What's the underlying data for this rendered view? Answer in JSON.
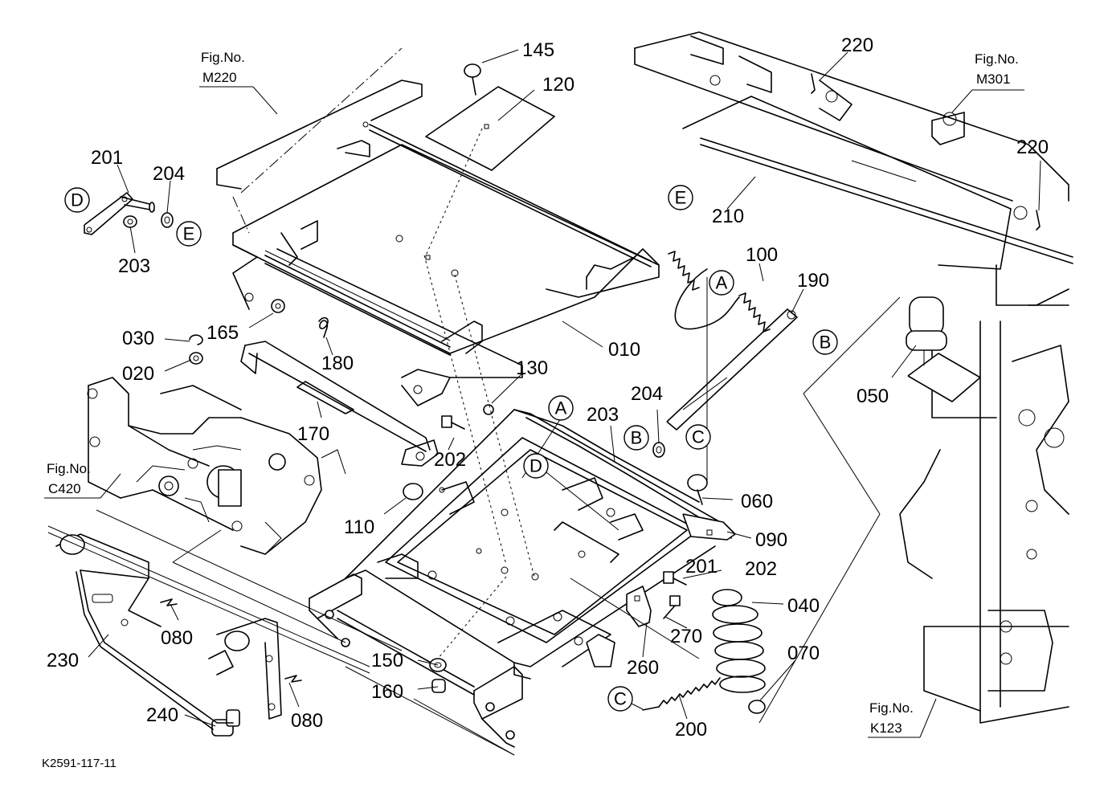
{
  "drawing_code": "K2591-117-11",
  "fig_refs": [
    {
      "id": "m220",
      "prefix": "Fig.No.",
      "code": "M220"
    },
    {
      "id": "m301",
      "prefix": "Fig.No.",
      "code": "M301"
    },
    {
      "id": "c420",
      "prefix": "Fig.No.",
      "code": "C420"
    },
    {
      "id": "k123",
      "prefix": "Fig.No.",
      "code": "K123"
    }
  ],
  "part_labels": {
    "p145": "145",
    "p120": "120",
    "p220a": "220",
    "p220b": "220",
    "p201a": "201",
    "p204a": "204",
    "p203a": "203",
    "p210": "210",
    "p100": "100",
    "p190": "190",
    "p165": "165",
    "p030": "030",
    "p020": "020",
    "p180": "180",
    "p010": "010",
    "p130": "130",
    "p050": "050",
    "p204b": "204",
    "p203b": "203",
    "p170": "170",
    "p202a": "202",
    "p110": "110",
    "p060": "060",
    "p090": "090",
    "p201b": "201",
    "p202b": "202",
    "p040": "040",
    "p080a": "080",
    "p230": "230",
    "p270": "270",
    "p070": "070",
    "p260": "260",
    "p150": "150",
    "p160": "160",
    "p080b": "080",
    "p240": "240",
    "p200": "200"
  },
  "callouts": {
    "d1": "D",
    "e1": "E",
    "e2": "E",
    "a1": "A",
    "b1": "B",
    "c1": "C",
    "a2": "A",
    "d2": "D",
    "b2": "B",
    "c2": "C"
  }
}
